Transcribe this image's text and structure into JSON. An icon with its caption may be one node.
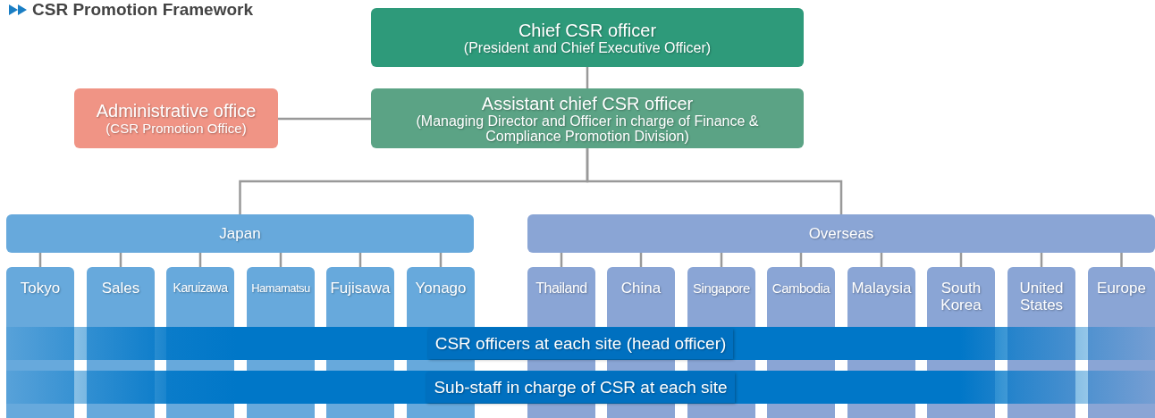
{
  "diagram": {
    "title": "CSR Promotion Framework",
    "nodes": [
      {
        "text": [
          "Chief CSR officer",
          "(President and Chief Executive Officer)"
        ]
      },
      {
        "text": [
          "Assistant chief CSR officer",
          "(Managing Director and Officer in charge of Finance & Compliance Promotion Division)"
        ]
      },
      {
        "text": [
          "Administrative office",
          "(CSR Promotion Office)"
        ]
      },
      {
        "text": [
          "Japan"
        ]
      },
      {
        "text": [
          "Overseas"
        ]
      },
      {
        "text": [
          "Tokyo"
        ]
      },
      {
        "text": [
          "Sales"
        ]
      },
      {
        "text": [
          "Karuizawa"
        ]
      },
      {
        "text": [
          "Hamamatsu"
        ]
      },
      {
        "text": [
          "Fujisawa"
        ]
      },
      {
        "text": [
          "Yonago"
        ]
      },
      {
        "text": [
          "Thailand"
        ]
      },
      {
        "text": [
          "China"
        ]
      },
      {
        "text": [
          "Singapore"
        ]
      },
      {
        "text": [
          "Cambodia"
        ]
      },
      {
        "text": [
          "Malaysia"
        ]
      },
      {
        "text": [
          "South Korea"
        ]
      },
      {
        "text": [
          "United States"
        ]
      },
      {
        "text": [
          "Europe"
        ]
      },
      {
        "text": [
          "CSR officers at each site (head officer)"
        ]
      },
      {
        "text": [
          "Sub-staff in charge of CSR at each site"
        ]
      }
    ],
    "edges": [
      {
        "from": 0,
        "to": 1,
        "arrow": "none"
      },
      {
        "from": 2,
        "to": 1,
        "arrow": "none"
      },
      {
        "from": 1,
        "to": 3,
        "arrow": "none"
      },
      {
        "from": 1,
        "to": 4,
        "arrow": "none"
      },
      {
        "from": 3,
        "to": 5,
        "arrow": "none"
      },
      {
        "from": 3,
        "to": 6,
        "arrow": "none"
      },
      {
        "from": 3,
        "to": 7,
        "arrow": "none"
      },
      {
        "from": 3,
        "to": 8,
        "arrow": "none"
      },
      {
        "from": 3,
        "to": 9,
        "arrow": "none"
      },
      {
        "from": 3,
        "to": 10,
        "arrow": "none"
      },
      {
        "from": 4,
        "to": 11,
        "arrow": "none"
      },
      {
        "from": 4,
        "to": 12,
        "arrow": "none"
      },
      {
        "from": 4,
        "to": 13,
        "arrow": "none"
      },
      {
        "from": 4,
        "to": 14,
        "arrow": "none"
      },
      {
        "from": 4,
        "to": 15,
        "arrow": "none"
      },
      {
        "from": 4,
        "to": 16,
        "arrow": "none"
      },
      {
        "from": 4,
        "to": 17,
        "arrow": "none"
      },
      {
        "from": 4,
        "to": 18,
        "arrow": "none"
      }
    ]
  }
}
